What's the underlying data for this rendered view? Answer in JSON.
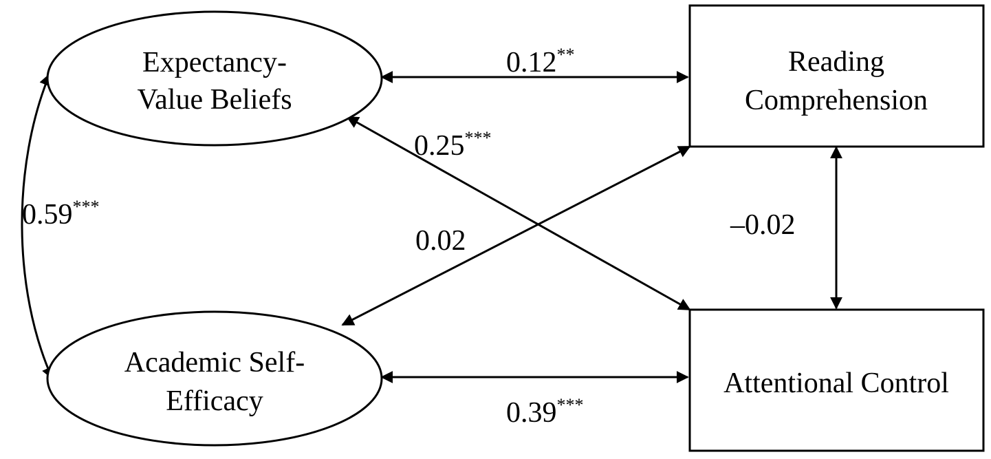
{
  "nodes": {
    "expectancy_value": {
      "line1": "Expectancy-",
      "line2": "Value Beliefs"
    },
    "academic_self_efficacy": {
      "line1": "Academic Self-",
      "line2": "Efficacy"
    },
    "reading_comprehension": {
      "line1": "Reading",
      "line2": "Comprehension"
    },
    "attentional_control": {
      "line1": "Attentional Control"
    }
  },
  "correlations": {
    "ev_rc": {
      "value": "0.12",
      "sig": "**"
    },
    "ev_ac": {
      "value": "0.25",
      "sig": "***"
    },
    "ev_ase": {
      "value": "0.59",
      "sig": "***"
    },
    "ase_rc": {
      "value": "0.02",
      "sig": ""
    },
    "rc_ac": {
      "value": "–0.02",
      "sig": ""
    },
    "ase_ac": {
      "value": "0.39",
      "sig": "***"
    }
  },
  "style": {
    "stroke_color": "#000000",
    "background_color": "#ffffff"
  }
}
